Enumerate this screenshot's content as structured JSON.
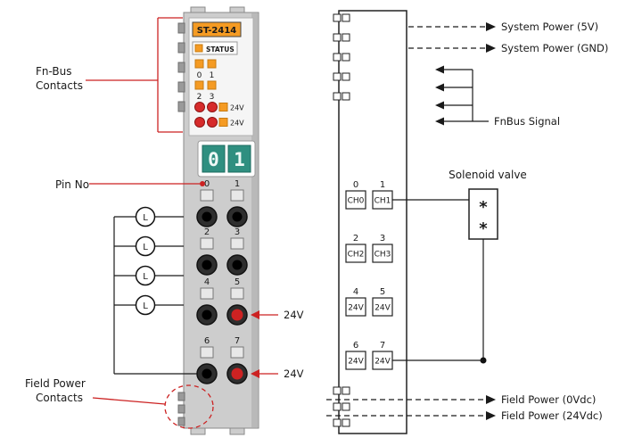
{
  "module": {
    "model": "ST-2414",
    "status_label": "STATUS",
    "led_numbers": [
      "0",
      "1",
      "2",
      "3"
    ],
    "led_24v_labels": [
      "24V",
      "24V"
    ],
    "display_digits": [
      "0",
      "1"
    ],
    "pin_numbers": [
      "0",
      "1",
      "2",
      "3",
      "4",
      "5",
      "6",
      "7"
    ],
    "power_arrow_labels": [
      "24V",
      "24V"
    ]
  },
  "annotations": {
    "fnbus_contacts_line1": "Fn-Bus",
    "fnbus_contacts_line2": "Contacts",
    "pin_no": "Pin No",
    "field_power_line1": "Field Power",
    "field_power_line2": "Contacts",
    "load_label": "L"
  },
  "schematic": {
    "system_power_5v": "System Power (5V)",
    "system_power_gnd": "System Power (GND)",
    "fnbus_signal": "FnBus Signal",
    "solenoid_valve": "Solenoid valve",
    "valve_marks": [
      "*",
      "*"
    ],
    "field_power_0vdc": "Field Power (0Vdc)",
    "field_power_24vdc": "Field Power (24Vdc)",
    "pins": [
      {
        "num": "0",
        "label": "CH0"
      },
      {
        "num": "1",
        "label": "CH1"
      },
      {
        "num": "2",
        "label": "CH2"
      },
      {
        "num": "3",
        "label": "CH3"
      },
      {
        "num": "4",
        "label": "24V"
      },
      {
        "num": "5",
        "label": "24V"
      },
      {
        "num": "6",
        "label": "24V"
      },
      {
        "num": "7",
        "label": "24V"
      }
    ]
  },
  "colors": {
    "accent_red": "#cc2222",
    "led_orange": "#f59b23",
    "led_red": "#d62b2b",
    "display_teal": "#2f8f80",
    "module_gray": "#cdcdcd"
  }
}
